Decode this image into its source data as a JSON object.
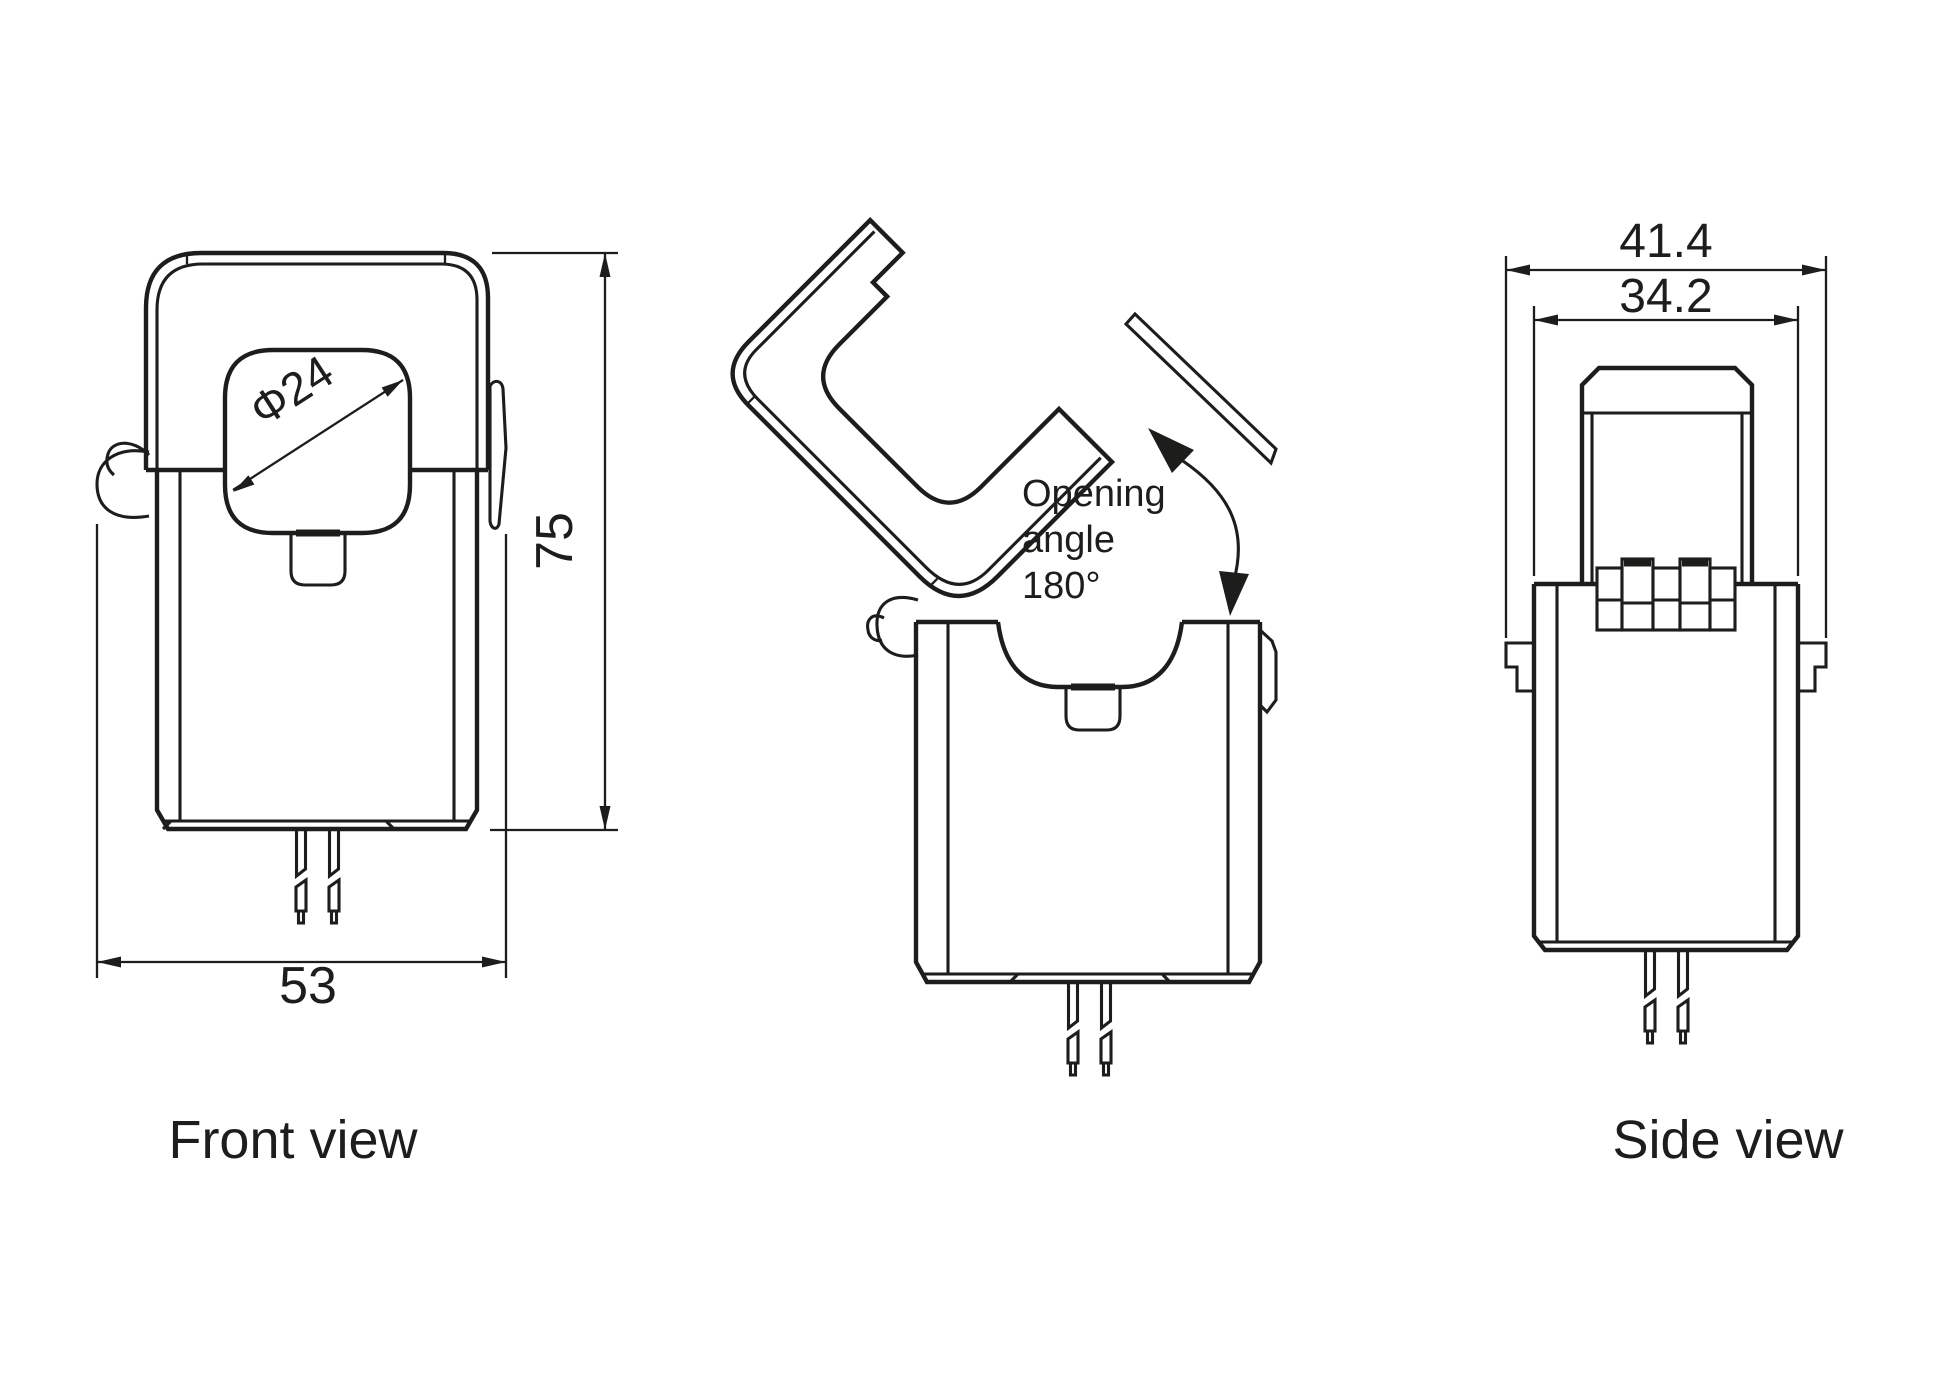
{
  "colors": {
    "ink": "#1d1d1b",
    "background": "#ffffff"
  },
  "front_view": {
    "label": "Front view",
    "aperture_dim": "Φ24",
    "height_dim": "75",
    "width_dim": "53"
  },
  "open_view": {
    "annotation_line1": "Opening",
    "annotation_line2": "angle",
    "annotation_line3": "180°"
  },
  "side_view": {
    "label": "Side view",
    "overall_width_dim": "41.4",
    "body_width_dim": "34.2"
  }
}
